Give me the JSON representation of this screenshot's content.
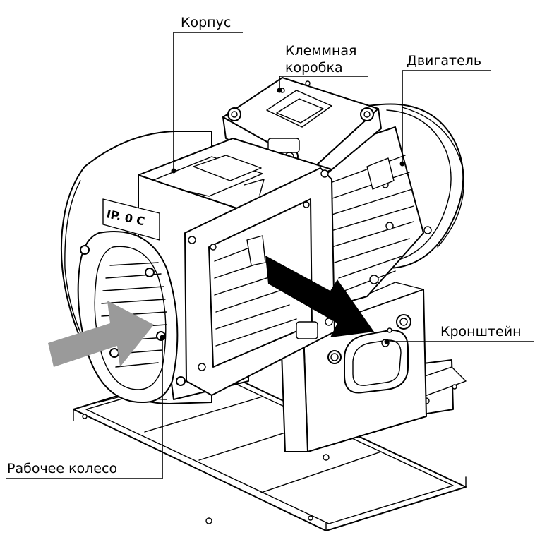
{
  "labels": {
    "housing": "Корпус",
    "terminal_box_line1": "Клеммная",
    "terminal_box_line2": "коробка",
    "motor": "Двигатель",
    "bracket": "Кронштейн",
    "impeller": "Рабочее колесо"
  },
  "colors": {
    "inlet_arrow": "#9a9a9a",
    "outlet_arrow": "#000000",
    "line": "#000000",
    "background": "#ffffff"
  }
}
